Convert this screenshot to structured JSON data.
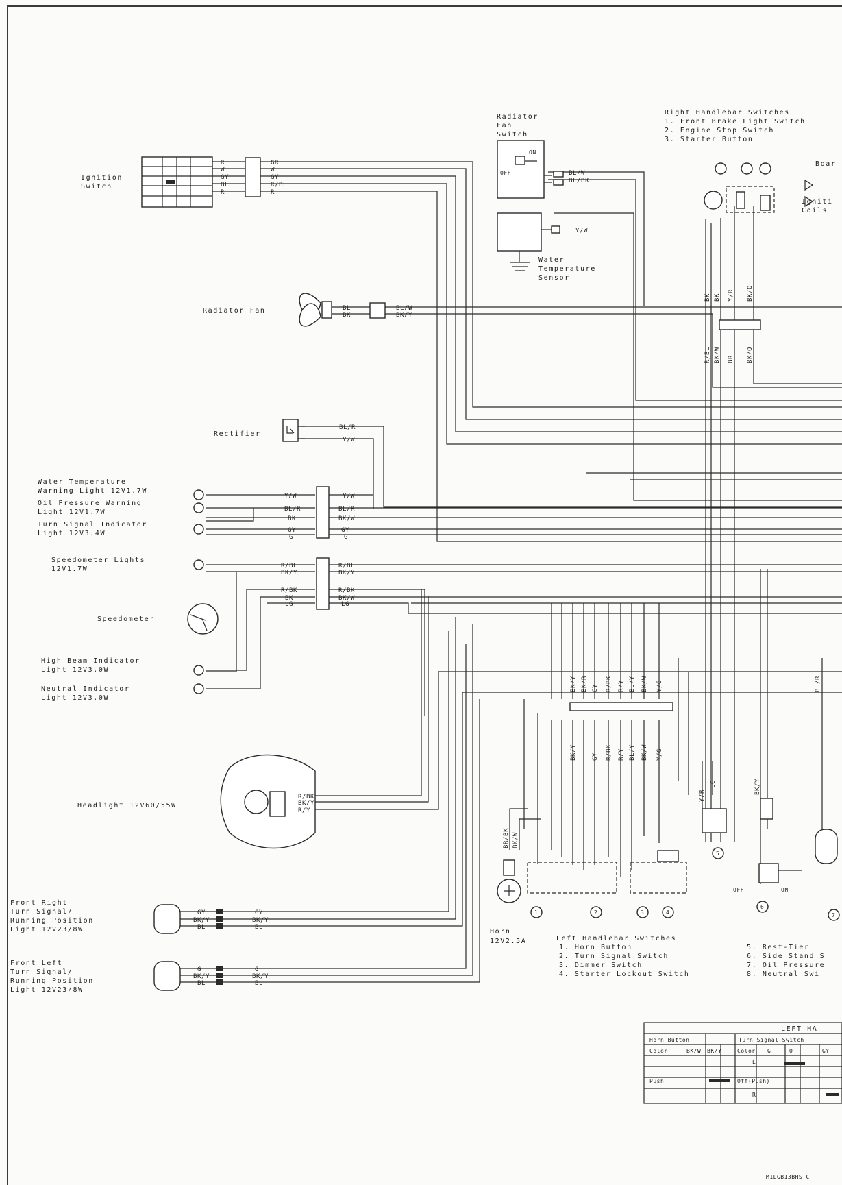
{
  "components": {
    "ignition_switch": [
      "Ignition",
      "Switch"
    ],
    "radiator_fan_switch": [
      "Radiator",
      "Fan",
      "Switch"
    ],
    "radiator_fan_switch_on": "ON",
    "radiator_fan_switch_off": "OFF",
    "water_temp_sensor": [
      "Water",
      "Temperature",
      "Sensor"
    ],
    "radiator_fan": "Radiator Fan",
    "rectifier": "Rectifier",
    "water_temp_light": [
      "Water Temperature",
      "Warning Light 12V1.7W"
    ],
    "oil_pressure_light": [
      "Oil Pressure Warning",
      "Light 12V1.7W"
    ],
    "turn_signal_indicator": [
      "Turn Signal Indicator",
      "Light 12V3.4W"
    ],
    "speedometer_lights": [
      "Speedometer Lights",
      "12V1.7W"
    ],
    "speedometer": "Speedometer",
    "high_beam_indicator": [
      "High Beam Indicator",
      "Light 12V3.0W"
    ],
    "neutral_indicator": [
      "Neutral Indicator",
      "Light 12V3.0W"
    ],
    "headlight": "Headlight 12V60/55W",
    "front_right_signal": [
      "Front Right",
      "Turn Signal/",
      "Running Position",
      "Light 12V23/8W"
    ],
    "front_left_signal": [
      "Front Left",
      "Turn Signal/",
      "Running Position",
      "Light 12V23/8W"
    ],
    "horn": [
      "Horn",
      "12V2.5A"
    ]
  },
  "right_handlebar": {
    "title": "Right Handlebar Switches",
    "items": [
      "1. Front Brake Light Switch",
      "2. Engine Stop Switch",
      "3. Starter Button"
    ]
  },
  "partial_labels": {
    "board": "Boar",
    "ignition_coils": [
      "Igniti",
      "Coils"
    ]
  },
  "left_handlebar": {
    "title": "Left Handlebar Switches",
    "items": [
      "1. Horn Button",
      "2. Turn Signal Switch",
      "3. Dimmer Switch",
      "4. Starter Lockout Switch"
    ],
    "items_right": [
      "5. Rest-Tier",
      "6. Side Stand S",
      "7. Oil Pressure",
      "8. Neutral Swi"
    ]
  },
  "table": {
    "title": "LEFT HA",
    "header": [
      "Horn Button",
      "Turn Signal Switch"
    ],
    "row_color": [
      "Color",
      "BK/W",
      "BK/Y",
      "Color",
      "G",
      "O",
      "GY"
    ],
    "row_l": "L",
    "row_push": "Push",
    "row_off": "Off(Push)",
    "row_r": "R"
  },
  "switch_side_labels": {
    "off": "OFF",
    "on": "ON"
  },
  "circled_numbers": [
    "1",
    "2",
    "3",
    "4",
    "5",
    "6",
    "7"
  ],
  "footer_code": "M1LGB13BHS C",
  "wires": {
    "ign": [
      "R",
      "W",
      "GY",
      "BL",
      "R"
    ],
    "ign_right": [
      "GR",
      "W",
      "GY",
      "R/BL",
      "R"
    ],
    "fan_switch": [
      "BL/W",
      "BL/BK"
    ],
    "temp_sensor": "Y/W",
    "fan": [
      "BL",
      "BK"
    ],
    "fan_right": [
      "BL/W",
      "BK/Y"
    ],
    "rectifier": [
      "BL/R",
      "Y/W"
    ],
    "indicator_left": [
      "Y/W",
      "BL/R",
      "BK",
      "GY",
      "G"
    ],
    "indicator_right": [
      "Y/W",
      "BL/R",
      "BK/W",
      "GY",
      "G"
    ],
    "speedo_left": [
      "R/BL",
      "BK/Y"
    ],
    "speedo_right": [
      "R/BL",
      "BK/Y"
    ],
    "highbeam_left": [
      "R/BK",
      "BK",
      "LG"
    ],
    "highbeam_right": [
      "R/BK",
      "BK/W",
      "LG"
    ],
    "headlight": [
      "R/BK",
      "BK/Y",
      "R/Y"
    ],
    "front_right": [
      "GY",
      "BK/Y",
      "BL"
    ],
    "front_left": [
      "G",
      "BK/Y",
      "BL"
    ],
    "right_harness_top": [
      "BK",
      "BK",
      "Y/R",
      "BK/O"
    ],
    "right_harness_bottom": [
      "R/BL",
      "BK/W",
      "BR",
      "BK/O"
    ],
    "left_harness_top": [
      "BK/Y",
      "BK/R",
      "GY",
      "R/BK",
      "R/Y",
      "BL/Y",
      "BK/W",
      "Y/G"
    ],
    "left_harness_bottom": [
      "BK/Y",
      "GY",
      "R/BK",
      "R/Y",
      "BL/Y",
      "BK/W",
      "Y/G"
    ],
    "horn": [
      "BR/BK",
      "BK/W"
    ],
    "neutral_sw": [
      "Y/R",
      "LG"
    ],
    "side_stand": [
      "BK/Y"
    ],
    "far_right": [
      "BL/R"
    ]
  }
}
